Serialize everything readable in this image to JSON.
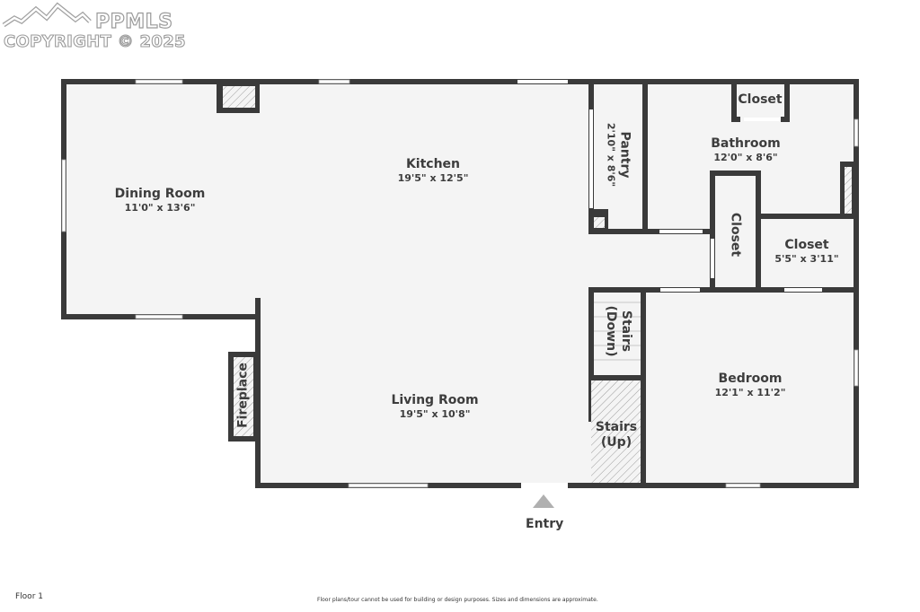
{
  "watermark": {
    "brand": "PPMLS",
    "copyright": "COPYRIGHT © 2025"
  },
  "floor_label": "Floor 1",
  "disclaimer": "Floor plans/tour cannot be used for building or design purposes. Sizes and dimensions are approximate.",
  "entry_label": "Entry",
  "colors": {
    "wall": "#3a3a3a",
    "floor": "#f4f4f4",
    "hatch": "#9a9a9a",
    "entry_arrow": "#b0b0b0"
  },
  "rooms": [
    {
      "name": "Dining Room",
      "dims": "11'0\" x 13'6\""
    },
    {
      "name": "Kitchen",
      "dims": "19'5\" x 12'5\""
    },
    {
      "name": "Pantry",
      "dims": "2'10\" x 8'6\""
    },
    {
      "name": "Bathroom",
      "dims": "12'0\" x 8'6\""
    },
    {
      "name": "Closet",
      "dims": ""
    },
    {
      "name": "Closet",
      "dims": ""
    },
    {
      "name": "Closet",
      "dims": "5'5\" x 3'11\""
    },
    {
      "name": "Stairs (Down)",
      "dims": ""
    },
    {
      "name": "Stairs (Up)",
      "dims": ""
    },
    {
      "name": "Bedroom",
      "dims": "12'1\" x 11'2\""
    },
    {
      "name": "Living Room",
      "dims": "19'5\" x 10'8\""
    },
    {
      "name": "Fireplace",
      "dims": ""
    }
  ],
  "labels": {
    "stairs_down_1": "Stairs",
    "stairs_down_2": "(Down)",
    "stairs_up_1": "Stairs",
    "stairs_up_2": "(Up)"
  }
}
